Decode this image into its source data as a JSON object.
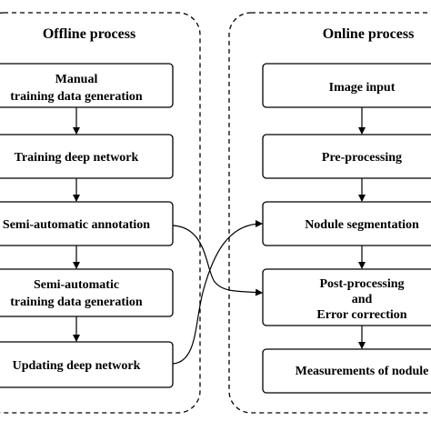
{
  "offline": {
    "title": "Offline process",
    "steps": [
      {
        "lines": [
          "Manual",
          "training data generation"
        ]
      },
      {
        "lines": [
          "Training deep network"
        ]
      },
      {
        "lines": [
          "Semi-automatic annotation"
        ]
      },
      {
        "lines": [
          "Semi-automatic",
          "training data generation"
        ]
      },
      {
        "lines": [
          "Updating deep network"
        ]
      }
    ]
  },
  "online": {
    "title": "Online process",
    "steps": [
      {
        "lines": [
          "Image input"
        ]
      },
      {
        "lines": [
          "Pre-processing"
        ]
      },
      {
        "lines": [
          "Nodule segmentation"
        ]
      },
      {
        "lines": [
          "Post-processing",
          "and",
          "Error correction"
        ]
      },
      {
        "lines": [
          "Measurements of nodule"
        ]
      }
    ]
  }
}
